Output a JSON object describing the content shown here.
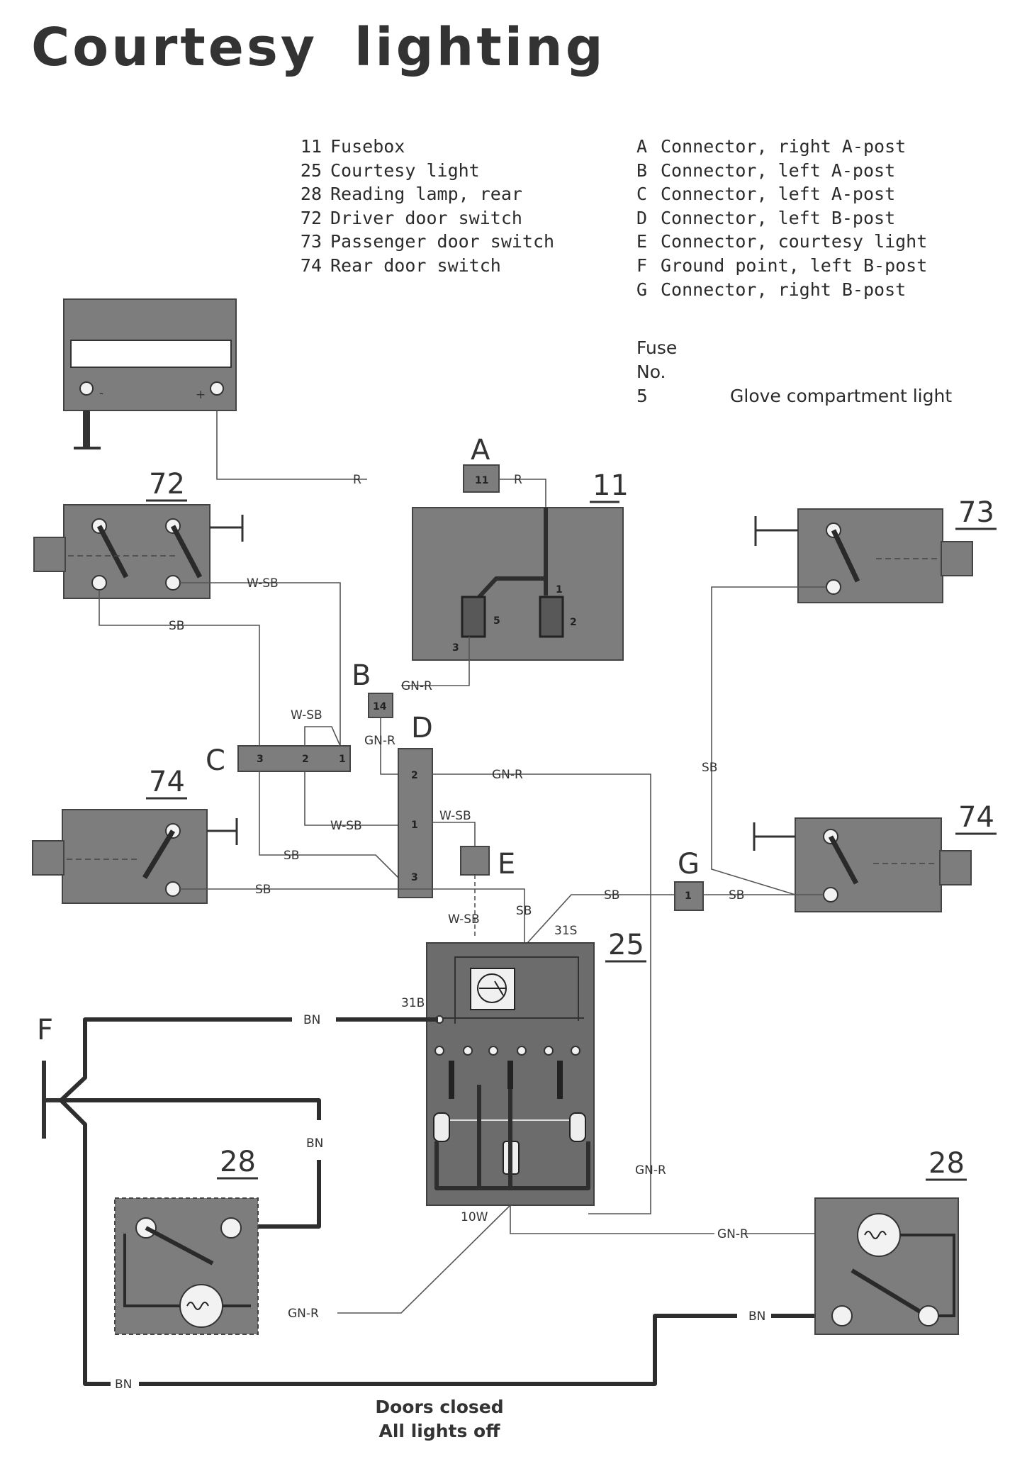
{
  "title": "Courtesy lighting",
  "components_legend": [
    {
      "num": "11",
      "label": "Fusebox"
    },
    {
      "num": "25",
      "label": "Courtesy light"
    },
    {
      "num": "28",
      "label": "Reading lamp, rear"
    },
    {
      "num": "72",
      "label": "Driver door switch"
    },
    {
      "num": "73",
      "label": "Passenger door switch"
    },
    {
      "num": "74",
      "label": "Rear door switch"
    }
  ],
  "connectors_legend": [
    {
      "letter": "A",
      "label": "Connector, right A-post"
    },
    {
      "letter": "B",
      "label": "Connector, left A-post"
    },
    {
      "letter": "C",
      "label": "Connector, left A-post"
    },
    {
      "letter": "D",
      "label": "Connector, left B-post"
    },
    {
      "letter": "E",
      "label": "Connector, courtesy light"
    },
    {
      "letter": "F",
      "label": "Ground point, left B-post"
    },
    {
      "letter": "G",
      "label": "Connector, right B-post"
    }
  ],
  "fuse": {
    "header_line1": "Fuse",
    "header_line2": "No.",
    "number": "5",
    "description": "Glove compartment light"
  },
  "footer": {
    "line1": "Doors closed",
    "line2": "All lights off"
  },
  "diagram": {
    "component_labels": {
      "fusebox": "11",
      "courtesy_light": "25",
      "reading_lamp_left": "28",
      "reading_lamp_right": "28",
      "driver_door": "72",
      "passenger_door": "73",
      "rear_door_left": "74",
      "rear_door_right": "74"
    },
    "connector_labels": {
      "a": "A",
      "b": "B",
      "c": "C",
      "d": "D",
      "e": "E",
      "f": "F",
      "g": "G"
    },
    "pins": {
      "a": "11",
      "b": "14",
      "c3": "3",
      "c2": "2",
      "c1": "1",
      "d2": "2",
      "d1": "1",
      "d3": "3",
      "g1": "1",
      "fb1": "1",
      "fb2": "2",
      "fb3": "3",
      "fb5": "5"
    },
    "terminal_labels": {
      "t31s": "31S",
      "t31b": "31B",
      "t10w": "10W",
      "minus": "-",
      "plus": "+"
    },
    "wire_labels": {
      "r1": "R",
      "r2": "R",
      "gnr_b": "GN-R",
      "gnr_b2": "GN-R",
      "gnr_d": "GN-R",
      "wsb_72": "W-SB",
      "sb_72": "SB",
      "wsb_c": "W-SB",
      "wsb_d": "W-SB",
      "wsb_d1": "W-SB",
      "wsb_e": "W-SB",
      "sb_c": "SB",
      "sb_74": "SB",
      "sb_e": "SB",
      "sb_g": "SB",
      "sb_g2": "SB",
      "sb_73": "SB",
      "bn_f": "BN",
      "bn_28": "BN",
      "bn_bot": "BN",
      "bn_28r": "BN",
      "gnr_25": "GN-R",
      "gnr_28r": "GN-R",
      "gnr_28l": "GN-R"
    }
  }
}
